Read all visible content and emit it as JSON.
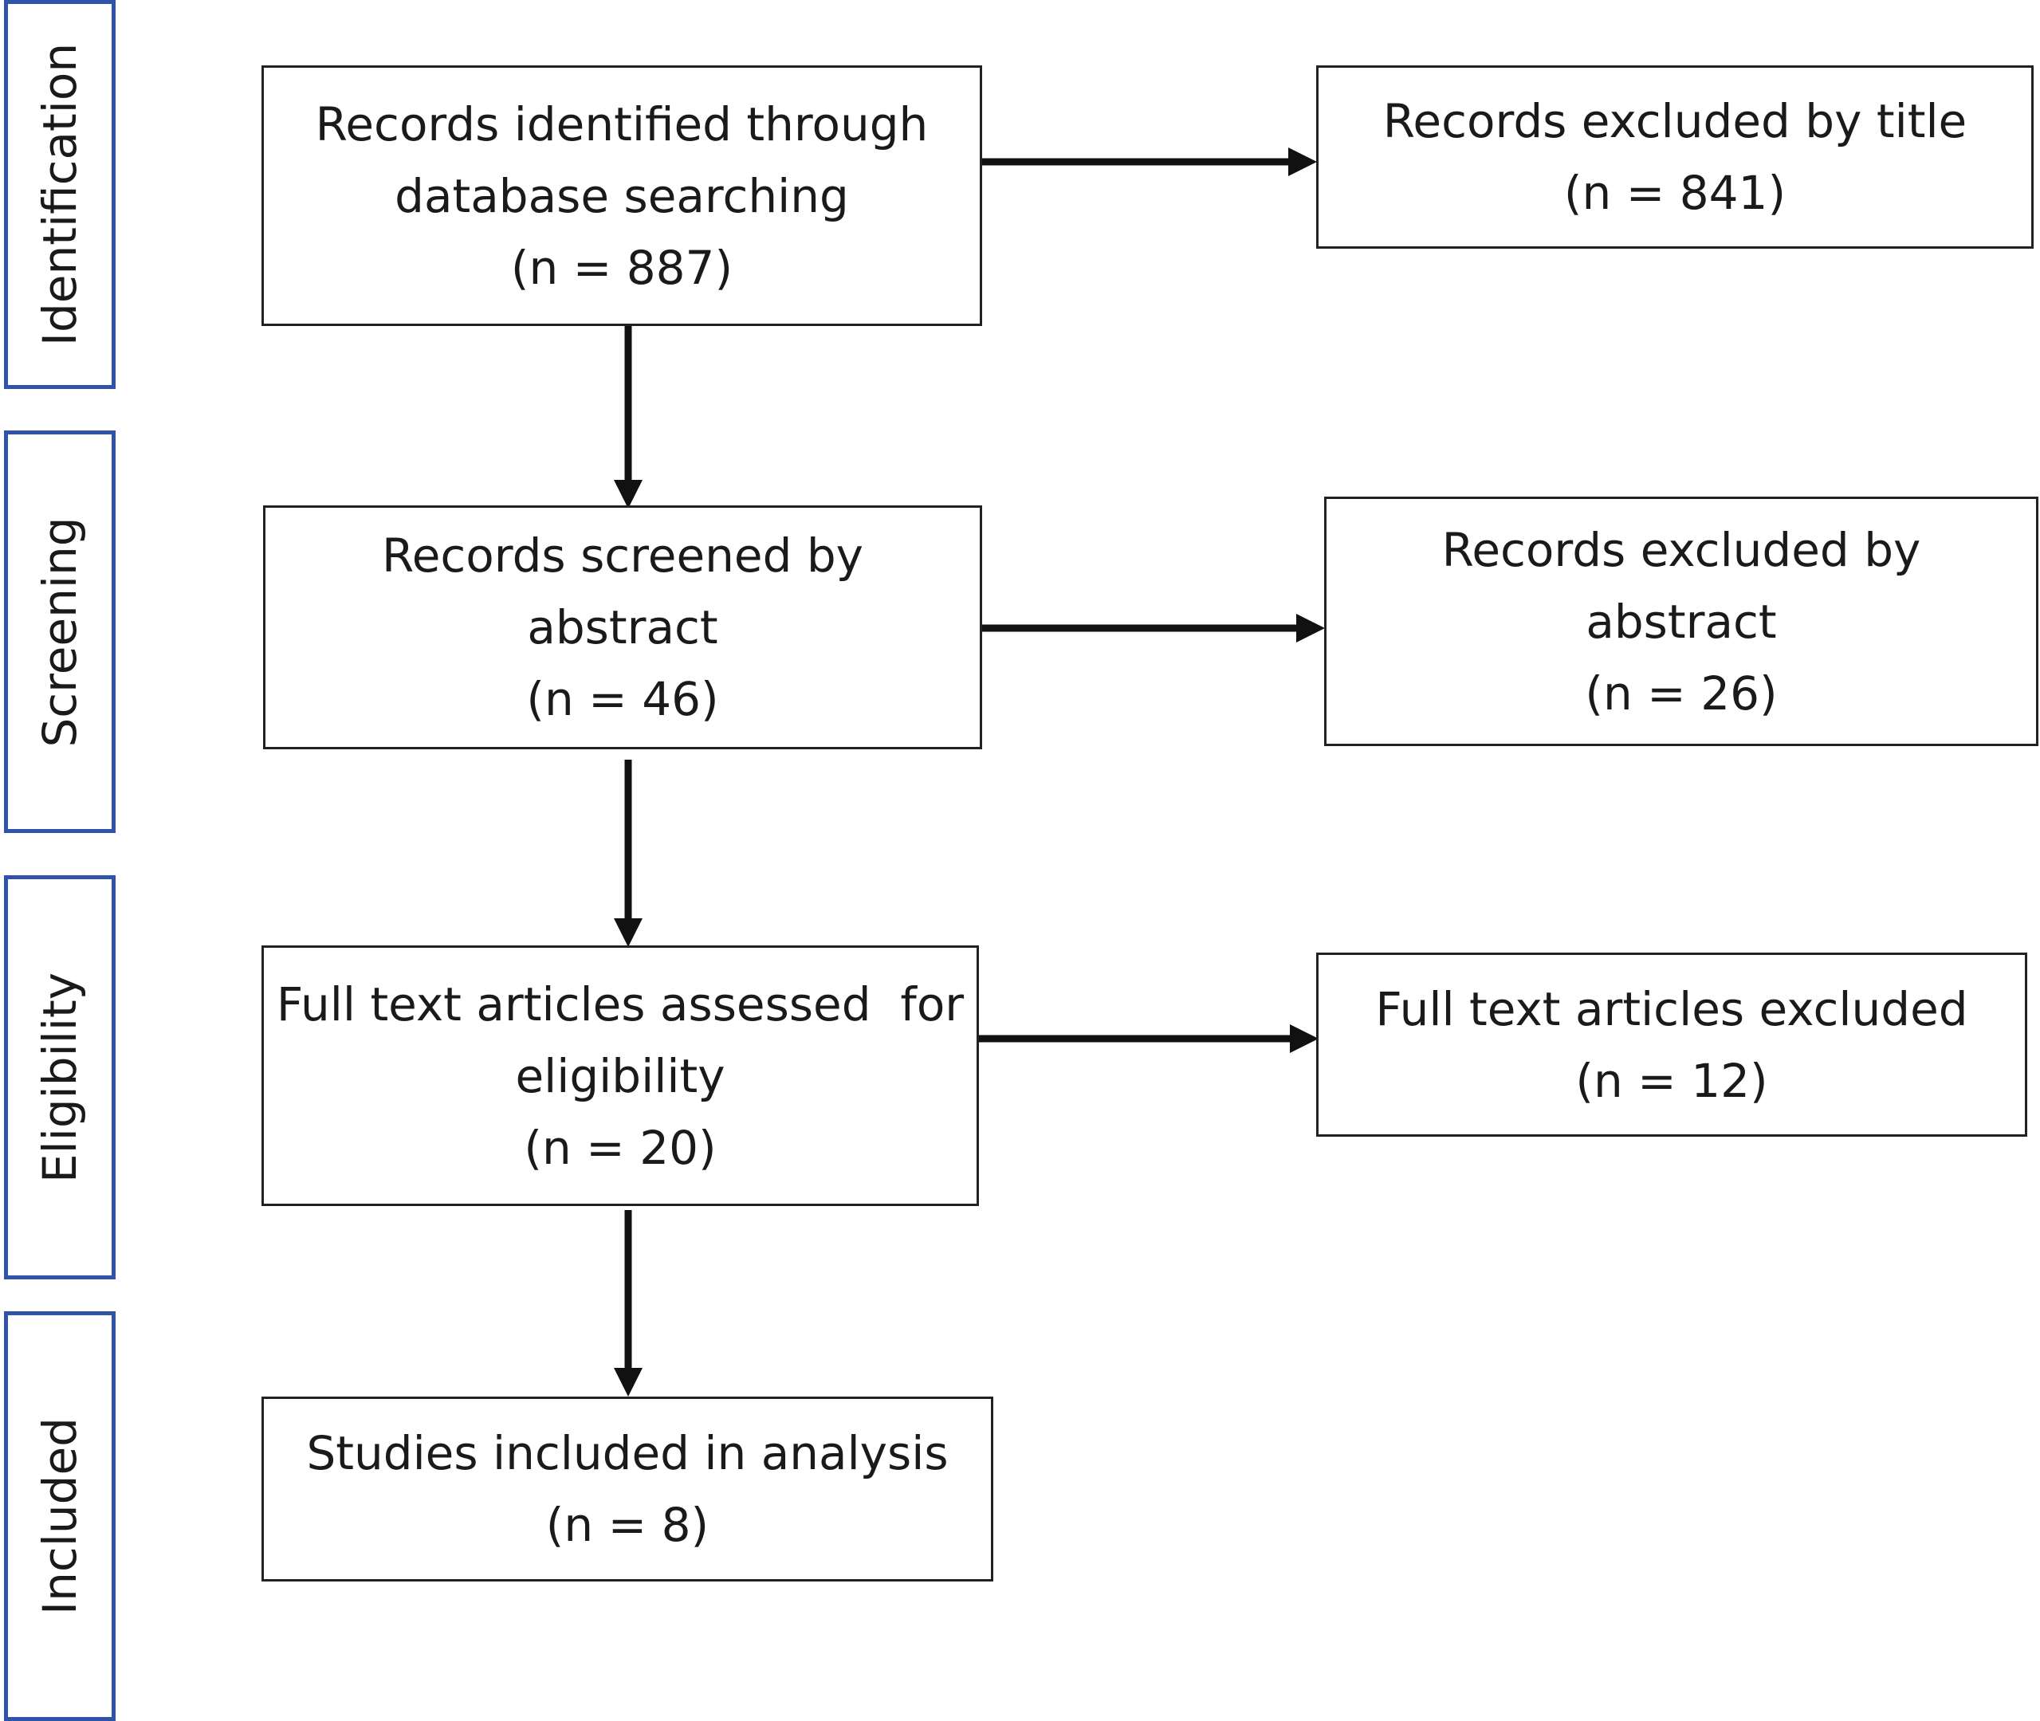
{
  "stages": [
    {
      "id": "identification",
      "label": "Identification"
    },
    {
      "id": "screening",
      "label": "Screening"
    },
    {
      "id": "eligibility",
      "label": "Eligibility"
    },
    {
      "id": "included",
      "label": "Included"
    }
  ],
  "boxes": {
    "identified": {
      "lines": [
        "Records identified through",
        "database searching",
        "(n = 887)"
      ]
    },
    "excluded_title": {
      "lines": [
        "Records excluded by title",
        "(n = 841)"
      ]
    },
    "screened": {
      "lines": [
        "Records screened by",
        "abstract",
        "(n = 46)"
      ]
    },
    "excluded_abstract": {
      "lines": [
        "Records excluded by",
        "abstract",
        "(n = 26)"
      ]
    },
    "fulltext": {
      "lines": [
        "Full text articles assessed  for",
        "eligibility",
        "(n = 20)"
      ]
    },
    "fulltext_excluded": {
      "lines": [
        "Full text articles excluded",
        "(n = 12)"
      ]
    },
    "included": {
      "lines": [
        "Studies included in analysis",
        "(n = 8)"
      ]
    }
  },
  "colors": {
    "stage_border": "#2f53a8",
    "box_border": "#222222",
    "arrow": "#111111"
  }
}
